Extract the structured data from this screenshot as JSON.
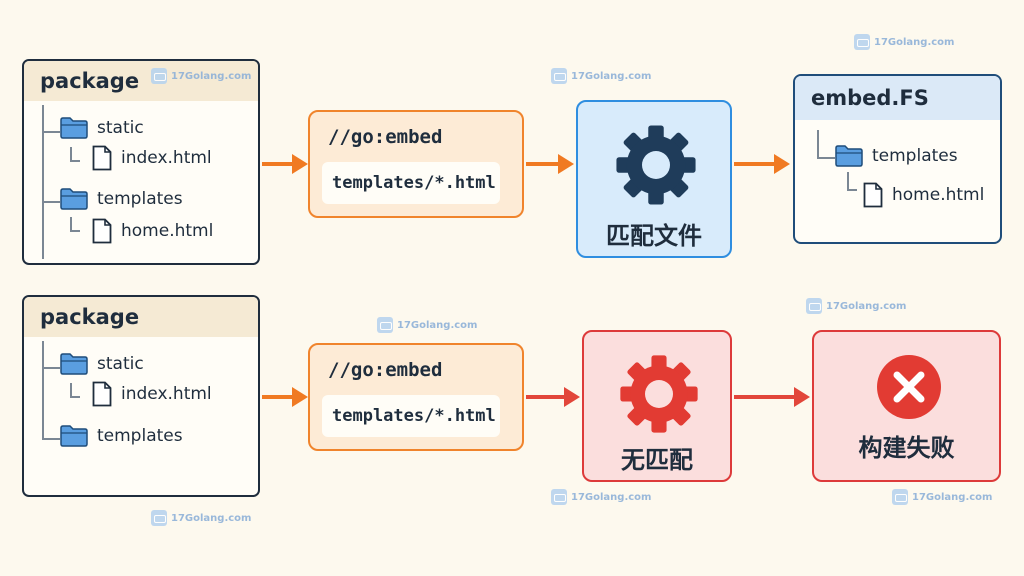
{
  "top": {
    "package": {
      "title": "package",
      "static_label": "static",
      "index_label": "index.html",
      "templates_label": "templates",
      "home_label": "home.html"
    },
    "embed": {
      "directive": "//go:embed",
      "pattern": "templates/*.html"
    },
    "process": {
      "label": "匹配文件",
      "color": "#1f3c5a"
    },
    "result": {
      "title": "embed.FS",
      "templates_label": "templates",
      "home_label": "home.html"
    }
  },
  "bottom": {
    "package": {
      "title": "package",
      "static_label": "static",
      "index_label": "index.html",
      "templates_label": "templates"
    },
    "embed": {
      "directive": "//go:embed",
      "pattern": "templates/*.html"
    },
    "process": {
      "label": "无匹配",
      "color": "#e23b33"
    },
    "result": {
      "label": "构建失败",
      "color": "#e23b33"
    }
  },
  "colors": {
    "arrow_orange": "#f07a22",
    "arrow_red": "#e2463a",
    "folder": "#4a90d9"
  },
  "watermark": {
    "text": "17Golang.com"
  }
}
